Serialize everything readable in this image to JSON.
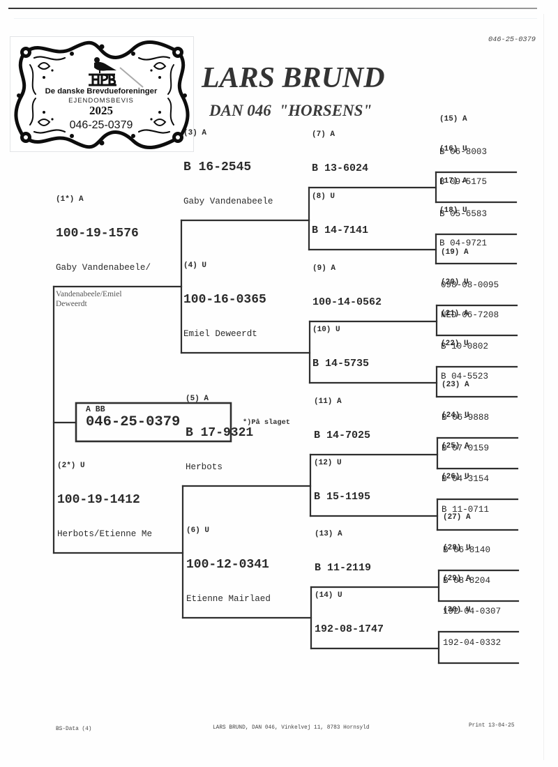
{
  "document": {
    "ref_number": "046-25-0379",
    "owner_name": "LARS BRUND",
    "club_line": "DAN 046  \"HORSENS\""
  },
  "stamp": {
    "organization": "De danske Brevdueforeninger",
    "title": "EJENDOMSBEVIS",
    "year": "2025",
    "ring": "046-25-0379"
  },
  "subject": {
    "label": "A BB",
    "ring": "046-25-0379"
  },
  "note": "*)På slaget",
  "pedigree": {
    "1": {
      "label": "(1*) A",
      "ring": "100-19-1576",
      "breeder": "Gaby Vandenabeele/",
      "extra": [
        "Vandenabeele/Emiel",
        "Deweerdt"
      ]
    },
    "2": {
      "label": "(2*) U",
      "ring": "100-19-1412",
      "breeder": "Herbots/Etienne Me"
    },
    "3": {
      "label": "(3) A",
      "ring": "B 16-2545",
      "breeder": "Gaby Vandenabeele"
    },
    "4": {
      "label": "(4) U",
      "ring": "100-16-0365",
      "breeder": "Emiel Deweerdt"
    },
    "5": {
      "label": "(5) A",
      "ring": "B 17-9321",
      "breeder": "Herbots"
    },
    "6": {
      "label": "(6) U",
      "ring": "100-12-0341",
      "breeder": "Etienne Mairlaed"
    },
    "7": {
      "label": "(7) A",
      "ring": "B 13-6024"
    },
    "8": {
      "label": "(8) U",
      "ring": "B 14-7141"
    },
    "9": {
      "label": "(9) A",
      "ring": "100-14-0562"
    },
    "10": {
      "label": "(10) U",
      "ring": "B 14-5735"
    },
    "11": {
      "label": "(11) A",
      "ring": "B 14-7025"
    },
    "12": {
      "label": "(12) U",
      "ring": "B 15-1195"
    },
    "13": {
      "label": "(13) A",
      "ring": "B 11-2119"
    },
    "14": {
      "label": "(14) U",
      "ring": "192-08-1747"
    },
    "15": {
      "label": "(15) A",
      "ring": "B 06-8003"
    },
    "16": {
      "label": "(16) U",
      "ring": "B 09-5175"
    },
    "17": {
      "label": "(17) A",
      "ring": "B 05-6583"
    },
    "18": {
      "label": "(18) U",
      "ring": "B 04-9721"
    },
    "19": {
      "label": "(19) A",
      "ring": "098-08-0095"
    },
    "20": {
      "label": "(20) U",
      "ring": "NED-06-7208"
    },
    "21": {
      "label": "(21) A",
      "ring": "B 10-0802"
    },
    "22": {
      "label": "(22) U",
      "ring": "B 04-5523"
    },
    "23": {
      "label": "(23) A",
      "ring": "B 06-9888"
    },
    "24": {
      "label": "(24) U",
      "ring": "B 07-0159"
    },
    "25": {
      "label": "(25) A",
      "ring": "B 04-3154"
    },
    "26": {
      "label": "(26) U",
      "ring": "B 11-0711"
    },
    "27": {
      "label": "(27) A",
      "ring": "B 06-8140"
    },
    "28": {
      "label": "(28) U",
      "ring": "B 08-8204"
    },
    "29": {
      "label": "(29) A",
      "ring": "192-04-0307"
    },
    "30": {
      "label": "(30) U",
      "ring": "192-04-0332"
    }
  },
  "footer": {
    "left": "BS-Data (4)",
    "center": "LARS BRUND, DAN 046, Vinkelvej 11, 8783 Hornsyld",
    "right": "Print 13-04-25"
  }
}
